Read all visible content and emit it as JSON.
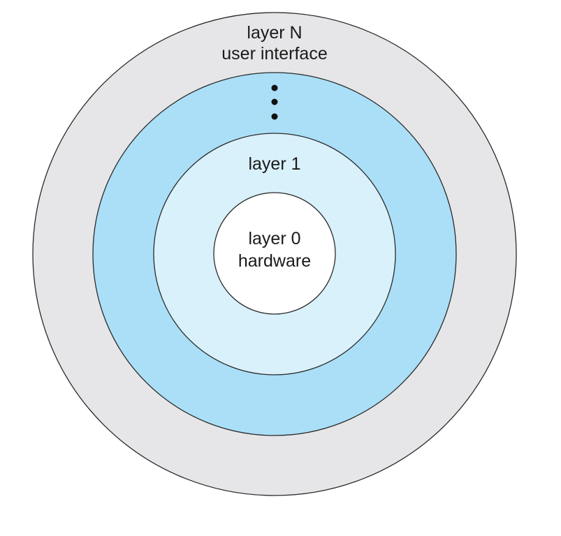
{
  "diagram": {
    "layers": {
      "outer": {
        "line1": "layer N",
        "line2": "user interface"
      },
      "ellipsis": "⋮",
      "middle": {
        "line1": "layer 1"
      },
      "inner": {
        "line1": "layer 0",
        "line2": "hardware"
      }
    },
    "colors": {
      "outer_ring": "#e6e6e8",
      "blue_ring": "#aadff7",
      "light_ring": "#d9f1fb",
      "core": "#ffffff",
      "stroke": "#2a2a2a",
      "text": "#1a1a1a"
    }
  }
}
